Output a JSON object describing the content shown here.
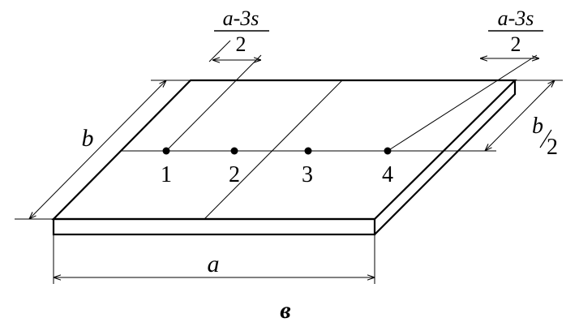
{
  "labels": {
    "dim_a": "a",
    "dim_b": "b",
    "dim_half_b_num": "b",
    "dim_half_b_den": "2",
    "left_fraction_num": "a-3s",
    "left_fraction_den": "2",
    "right_fraction_num": "a-3s",
    "right_fraction_den": "2",
    "caption": "в"
  },
  "points": [
    {
      "label": "1"
    },
    {
      "label": "2"
    },
    {
      "label": "3"
    },
    {
      "label": "4"
    }
  ],
  "colors": {
    "line": "#000000",
    "background": "#ffffff"
  }
}
